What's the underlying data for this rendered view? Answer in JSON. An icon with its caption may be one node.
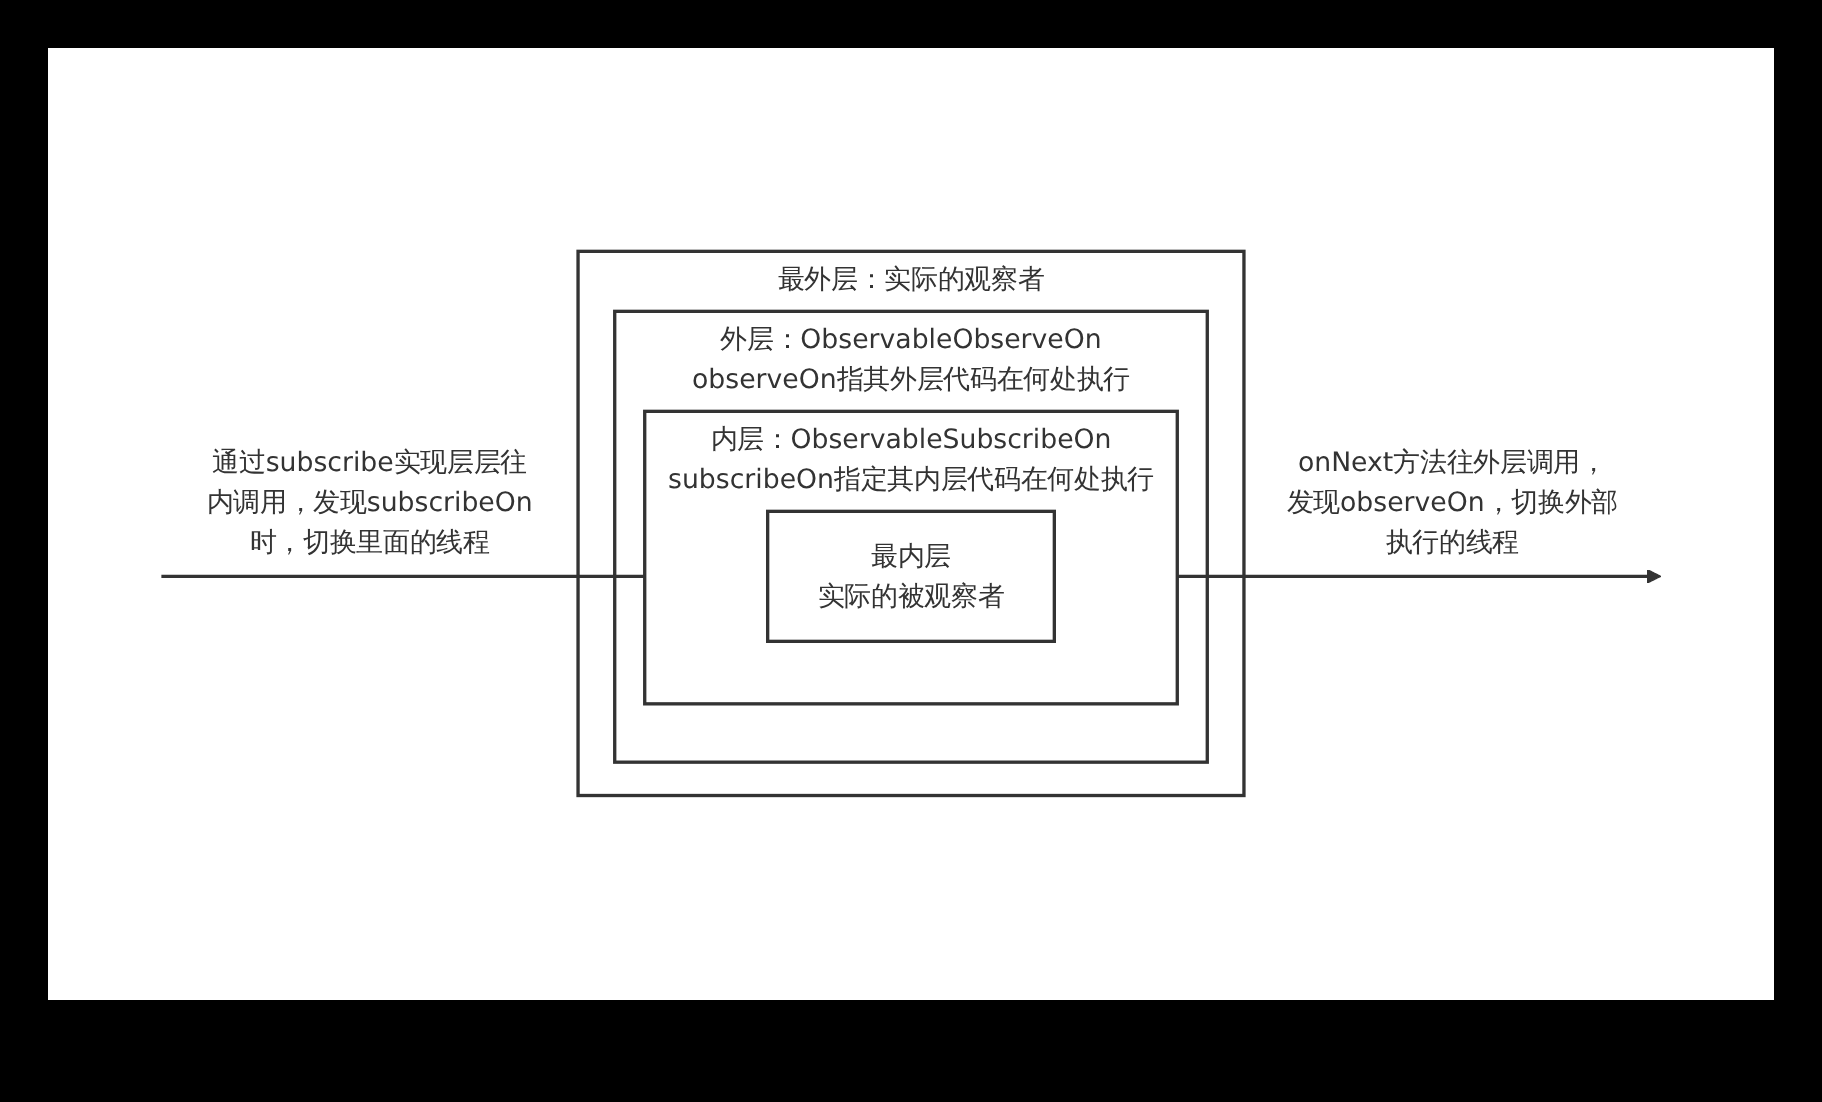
{
  "diagram": {
    "nodes": [
      {
        "text": [
          "最外层：实际的观察者"
        ]
      },
      {
        "text": [
          "外层：ObservableObserveOn",
          "observeOn指其外层代码在何处执行"
        ],
        "in": 0
      },
      {
        "text": [
          "内层：ObservableSubscribeOn",
          "subscribeOn指定其内层代码在何处执行"
        ],
        "in": 1
      },
      {
        "text": [
          "最内层",
          "实际的被观察者"
        ],
        "in": 2
      }
    ],
    "edges": [
      {
        "from": null,
        "to": 2,
        "arrow": "to",
        "label": "通过subscribe实现层层往内调用，发现subscribeOn时，切换里面的线程"
      },
      {
        "from": 2,
        "to": null,
        "arrow": "to",
        "label": "onNext方法往外层调用，发现observeOn，切换外部执行的线程"
      }
    ]
  }
}
